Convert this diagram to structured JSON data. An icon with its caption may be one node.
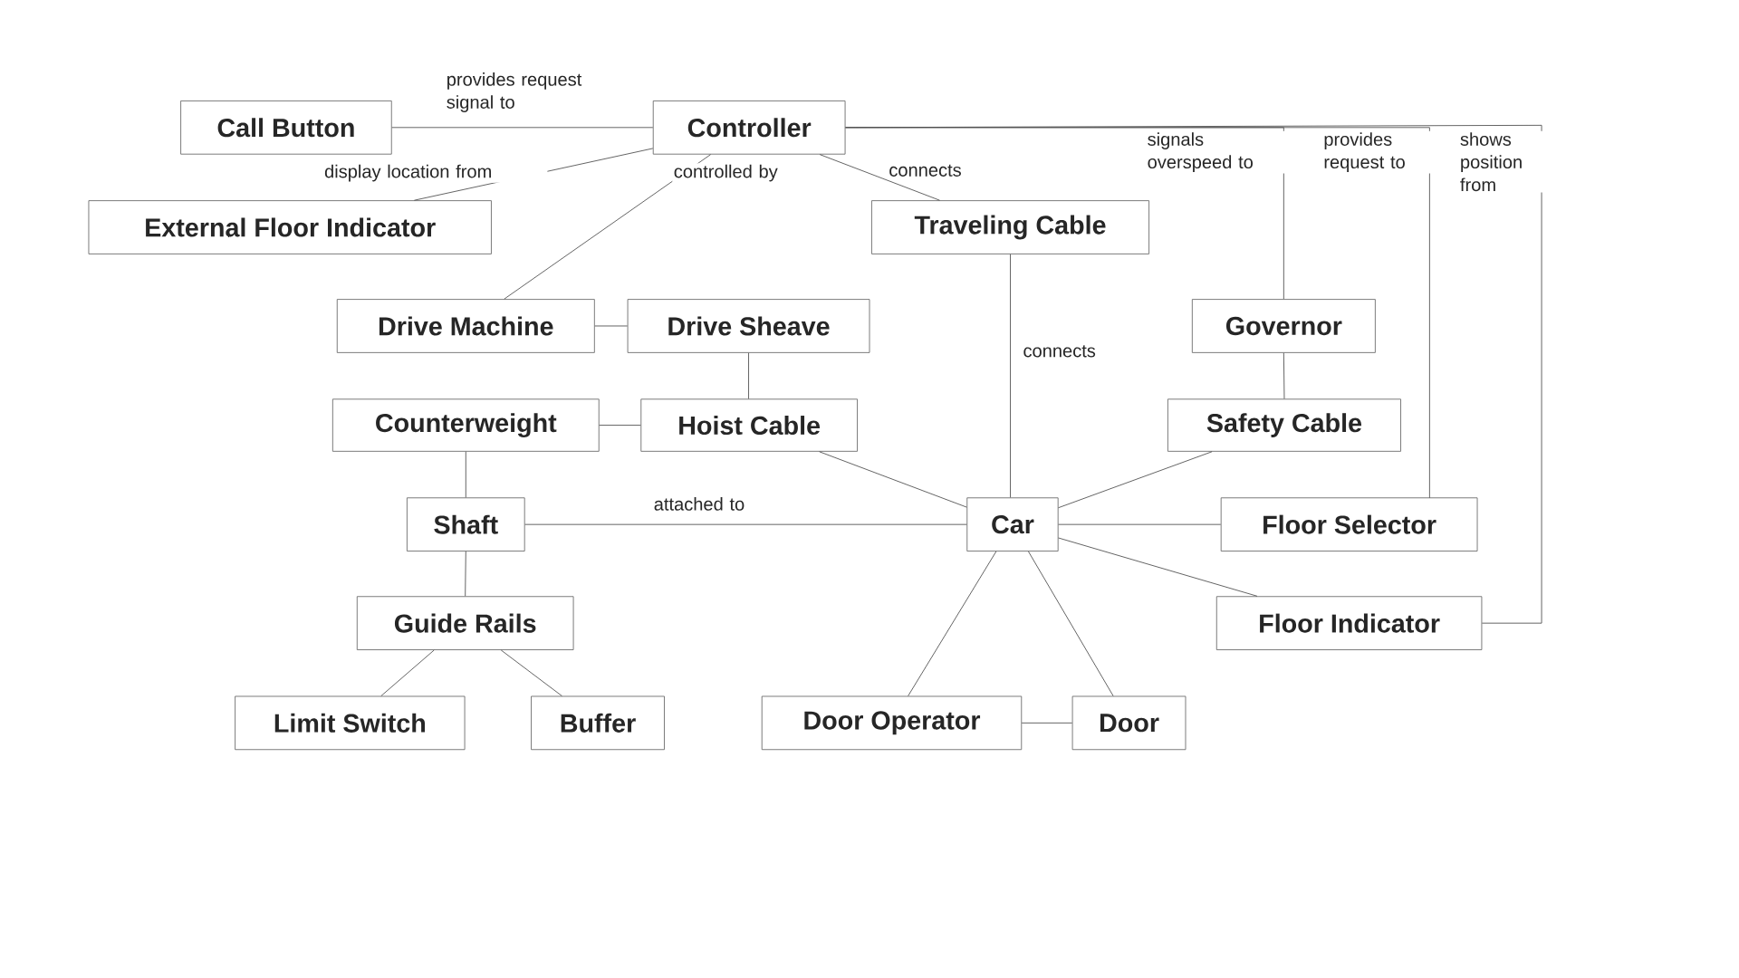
{
  "diagram": {
    "nodes": [
      {
        "text": [
          "Call Button"
        ]
      },
      {
        "text": [
          "Controller"
        ]
      },
      {
        "text": [
          "External Floor Indicator"
        ]
      },
      {
        "text": [
          "Traveling Cable"
        ]
      },
      {
        "text": [
          "Drive Machine"
        ]
      },
      {
        "text": [
          "Drive Sheave"
        ]
      },
      {
        "text": [
          "Governor"
        ]
      },
      {
        "text": [
          "Counterweight"
        ]
      },
      {
        "text": [
          "Hoist Cable"
        ]
      },
      {
        "text": [
          "Safety Cable"
        ]
      },
      {
        "text": [
          "Shaft"
        ]
      },
      {
        "text": [
          "Car"
        ]
      },
      {
        "text": [
          "Floor Selector"
        ]
      },
      {
        "text": [
          "Guide Rails"
        ]
      },
      {
        "text": [
          "Floor Indicator"
        ]
      },
      {
        "text": [
          "Limit Switch"
        ]
      },
      {
        "text": [
          "Buffer"
        ]
      },
      {
        "text": [
          "Door Operator"
        ]
      },
      {
        "text": [
          "Door"
        ]
      }
    ],
    "edges": [
      {
        "from": 0,
        "to": 1,
        "arrow": "none",
        "label": "provides request signal to"
      },
      {
        "from": 1,
        "to": 2,
        "arrow": "none",
        "label": "display location from"
      },
      {
        "from": 1,
        "to": 4,
        "arrow": "none",
        "label": "controlled by"
      },
      {
        "from": 1,
        "to": 3,
        "arrow": "none",
        "label": "connects"
      },
      {
        "from": 1,
        "to": 6,
        "arrow": "none",
        "label": "signals overspeed to"
      },
      {
        "from": 1,
        "to": 12,
        "arrow": "none",
        "label": "provides request to"
      },
      {
        "from": 1,
        "to": 14,
        "arrow": "none",
        "label": "shows position from"
      },
      {
        "from": 4,
        "to": 5,
        "arrow": "none"
      },
      {
        "from": 5,
        "to": 8,
        "arrow": "none"
      },
      {
        "from": 7,
        "to": 8,
        "arrow": "none"
      },
      {
        "from": 7,
        "to": 10,
        "arrow": "none"
      },
      {
        "from": 10,
        "to": 13,
        "arrow": "none"
      },
      {
        "from": 13,
        "to": 15,
        "arrow": "none"
      },
      {
        "from": 13,
        "to": 16,
        "arrow": "none"
      },
      {
        "from": 10,
        "to": 11,
        "arrow": "none",
        "label": "attached to"
      },
      {
        "from": 8,
        "to": 11,
        "arrow": "none"
      },
      {
        "from": 3,
        "to": 11,
        "arrow": "none",
        "label": "connects"
      },
      {
        "from": 6,
        "to": 9,
        "arrow": "none"
      },
      {
        "from": 9,
        "to": 11,
        "arrow": "none"
      },
      {
        "from": 11,
        "to": 12,
        "arrow": "none"
      },
      {
        "from": 11,
        "to": 14,
        "arrow": "none"
      },
      {
        "from": 11,
        "to": 17,
        "arrow": "none"
      },
      {
        "from": 11,
        "to": 18,
        "arrow": "none"
      },
      {
        "from": 17,
        "to": 18,
        "arrow": "none"
      }
    ]
  }
}
